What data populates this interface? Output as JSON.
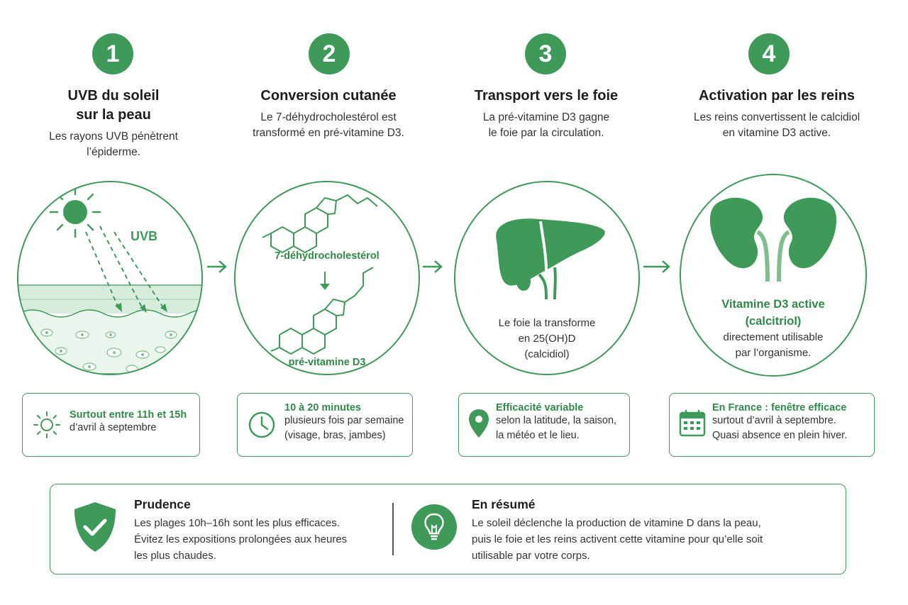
{
  "steps": [
    {
      "number": "1",
      "title_l1": "UVB du soleil",
      "title_l2": "sur la peau",
      "desc_l1": "Les rayons UVB pénètrent",
      "desc_l2": "l’épiderme."
    },
    {
      "number": "2",
      "title_l1": "Conversion cutanée",
      "desc_l1": "Le 7-déhydrocholestérol est",
      "desc_l2": "transformé en pré-vitamine D3."
    },
    {
      "number": "3",
      "title_l1": "Transport vers le foie",
      "desc_l1": "La pré-vitamine D3 gagne",
      "desc_l2": "le foie par la circulation."
    },
    {
      "number": "4",
      "title_l1": "Activation par les reins",
      "desc_l1": "Les reins convertissent le calcidiol",
      "desc_l2": "en vitamine D3 active."
    }
  ],
  "circles": {
    "uvb_label": "UVB",
    "molecule_top": "7-déhydrocholestérol",
    "molecule_bottom": "pré-vitamine D3",
    "liver_l1": "Le foie la transforme",
    "liver_l2": "en 25(OH)D",
    "liver_l3": "(calcidiol)",
    "kidney_hl1": "Vitamine D3 active",
    "kidney_hl2": "(calcitriol)",
    "kidney_l1": "directement utilisable",
    "kidney_l2": "par l’organisme."
  },
  "cards": [
    {
      "icon": "sun-icon",
      "title": "Surtout entre 11h et 15h",
      "l1": "d’avril à septembre"
    },
    {
      "icon": "clock-icon",
      "title": "10 à 20 minutes",
      "l1": "plusieurs fois par semaine",
      "l2": "(visage, bras, jambes)"
    },
    {
      "icon": "location-pin-icon",
      "title": "Efficacité variable",
      "l1": "selon la latitude, la saison,",
      "l2": "la météo et le lieu."
    },
    {
      "icon": "calendar-icon",
      "title": "En France : fenêtre efficace",
      "l1": "surtout d’avril à septembre.",
      "l2": "Quasi absence en plein hiver."
    }
  ],
  "bottom": {
    "prudence": {
      "icon": "shield-check-icon",
      "title": "Prudence",
      "l1": "Les plages 10h–16h sont les plus efficaces.",
      "l2": "Évitez les expositions prolongées aux heures",
      "l3": "les plus chaudes."
    },
    "resume": {
      "icon": "lightbulb-icon",
      "title": "En résumé",
      "l1": "Le soleil déclenche la production de vitamine D dans la peau,",
      "l2": "puis le foie et les reins activent cette vitamine pour qu’elle soit",
      "l3": "utilisable par votre corps."
    }
  },
  "colors": {
    "accent": "#3f9a5a",
    "accent_light": "#cfe8d6"
  }
}
